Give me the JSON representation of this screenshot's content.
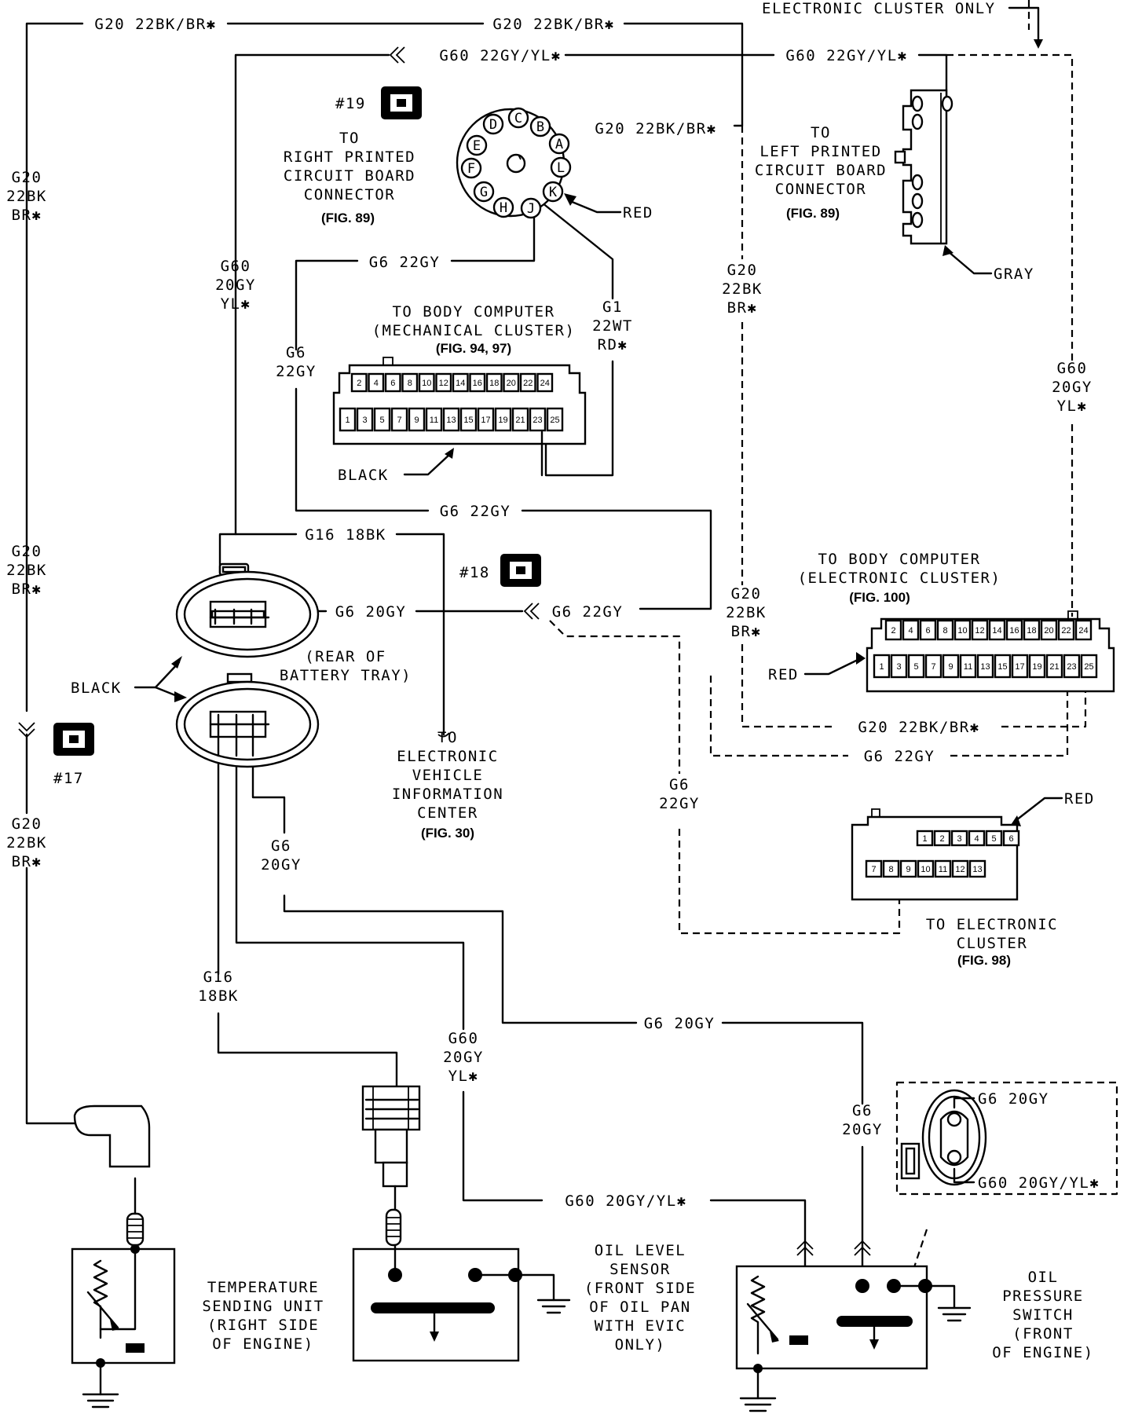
{
  "wire_labels": {
    "g20_top_left": "G20 22BK/BR✱",
    "g20_top_mid": "G20 22BK/BR✱",
    "g60_top_left": "G60 22GY/YL✱",
    "g60_top_right": "G60 22GY/YL✱",
    "g20_cluster_pin_b": "G20 22BK/BR✱",
    "g6_22gy_upper": "G6 22GY",
    "g6_22gy_mid": "G6 22GY",
    "g16_18bk_upper": "G16 18BK",
    "g6_20gy_conn": "G6 20GY",
    "g6_22gy_conn18": "G6 22GY",
    "g20_bottom_dashed": "G20 22BK/BR✱",
    "g6_22gy_bottom_dashed": "G6 22GY",
    "g6_20gy_lower": "G6 20GY",
    "g60_20gy_lower": "G60 20GY/YL✱",
    "oil_sw_g6": "G6 20GY",
    "oil_sw_g60": "G60 20GY/YL✱",
    "electronic_cluster_only": "ELECTRONIC CLUSTER ONLY"
  },
  "vertical_labels": {
    "left_g20_a": [
      "G20",
      "22BK",
      "BR✱"
    ],
    "left_g20_b": [
      "G20",
      "22BK",
      "BR✱"
    ],
    "left_g20_c": [
      "G20",
      "22BK",
      "BR✱"
    ],
    "g60_20gy_yl_upper": [
      "G60",
      "20GY",
      "YL✱"
    ],
    "g6_22gy_left": [
      "G6",
      "22GY"
    ],
    "g1_22wt_rd": [
      "G1",
      "22WT",
      "RD✱"
    ],
    "g20_22bk_dashed_upper": [
      "G20",
      "22BK",
      "BR✱"
    ],
    "g20_22bk_mid": [
      "G20",
      "22BK",
      "BR✱"
    ],
    "g60_20gy_right": [
      "G60",
      "20GY",
      "YL✱"
    ],
    "g6_22gy_dashed": [
      "G6",
      "22GY"
    ],
    "g6_20gy_conn_down": [
      "G6",
      "20GY"
    ],
    "g16_18bk_down": [
      "G16",
      "18BK"
    ],
    "g60_20gy_down": [
      "G60",
      "20GY",
      "YL✱"
    ],
    "g6_20gy_oil": [
      "G6",
      "20GY"
    ]
  },
  "connectors": {
    "c19_ref": "#19",
    "c18_ref": "#18",
    "c17_ref": "#17",
    "right_pcb": {
      "lines": [
        "TO",
        "RIGHT PRINTED",
        "CIRCUIT BOARD",
        "CONNECTOR"
      ],
      "fig": "(FIG. 89)"
    },
    "left_pcb": {
      "lines": [
        "TO",
        "LEFT PRINTED",
        "CIRCUIT BOARD",
        "CONNECTOR"
      ],
      "fig": "(FIG. 89)"
    },
    "body_mech": {
      "lines": [
        "TO BODY COMPUTER",
        "(MECHANICAL CLUSTER)"
      ],
      "fig": "(FIG. 94, 97)"
    },
    "body_elec": {
      "lines": [
        "TO BODY COMPUTER",
        "(ELECTRONIC CLUSTER)"
      ],
      "fig": "(FIG. 100)"
    },
    "evic": {
      "lines": [
        "TO",
        "ELECTRONIC",
        "VEHICLE",
        "INFORMATION",
        "CENTER"
      ],
      "fig": "(FIG. 30)"
    },
    "elec_cluster": {
      "lines": [
        "TO ELECTRONIC",
        "CLUSTER"
      ],
      "fig": "(FIG. 98)"
    },
    "battery_tray": [
      "(REAR OF",
      "BATTERY TRAY)"
    ],
    "round_pins": [
      "C",
      "B",
      "A",
      "D",
      "E",
      "F",
      "L",
      "G",
      "H",
      "J",
      "K"
    ],
    "mech_top_pins": [
      "2",
      "4",
      "6",
      "8",
      "10",
      "12",
      "14",
      "16",
      "18",
      "20",
      "22",
      "24"
    ],
    "mech_bottom_pins": [
      "1",
      "3",
      "5",
      "7",
      "9",
      "11",
      "13",
      "15",
      "17",
      "19",
      "21",
      "23",
      "25"
    ],
    "elec_top_pins": [
      "2",
      "4",
      "6",
      "8",
      "10",
      "12",
      "14",
      "16",
      "18",
      "20",
      "22",
      "24"
    ],
    "elec_bottom_pins": [
      "1",
      "3",
      "5",
      "7",
      "9",
      "11",
      "13",
      "15",
      "17",
      "19",
      "21",
      "23",
      "25"
    ],
    "cluster13_top": [
      "1",
      "2",
      "3",
      "4",
      "5",
      "6"
    ],
    "cluster13_bottom": [
      "7",
      "8",
      "9",
      "10",
      "11",
      "12",
      "13"
    ]
  },
  "color_labels": {
    "red_round": "RED",
    "gray": "GRAY",
    "black_mech": "BLACK",
    "black_pair": "BLACK",
    "red_elec": "RED",
    "red_cluster13": "RED"
  },
  "components": {
    "temp_sender": [
      "TEMPERATURE",
      "SENDING UNIT",
      "(RIGHT SIDE",
      "OF ENGINE)"
    ],
    "oil_level": [
      "OIL LEVEL",
      "SENSOR",
      "(FRONT SIDE",
      "OF OIL PAN",
      "WITH EVIC",
      "ONLY)"
    ],
    "oil_pressure": [
      "OIL",
      "PRESSURE",
      "SWITCH",
      "(FRONT",
      "OF ENGINE)"
    ]
  }
}
